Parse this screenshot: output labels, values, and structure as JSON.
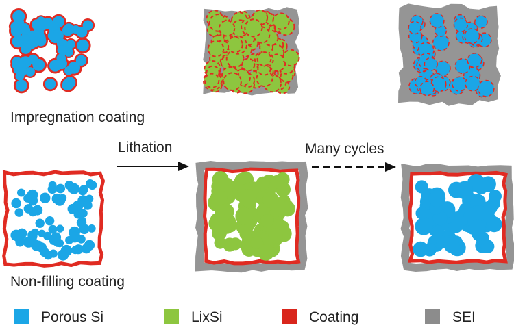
{
  "labels": {
    "impregnation": "Impregnation coating",
    "non_filling": "Non-filling coating",
    "lithation": "Lithation",
    "many_cycles": "Many cycles"
  },
  "legend": [
    {
      "label": "Porous Si",
      "color": "#1ba6e6"
    },
    {
      "label": "LixSi",
      "color": "#8dc63f"
    },
    {
      "label": "Coating",
      "color": "#d9261c"
    },
    {
      "label": "SEI",
      "color": "#8c8c8c"
    }
  ],
  "colors": {
    "porous_si": "#1ba6e6",
    "lixsi": "#8dc63f",
    "coating": "#e02b22",
    "sei": "#959595"
  }
}
